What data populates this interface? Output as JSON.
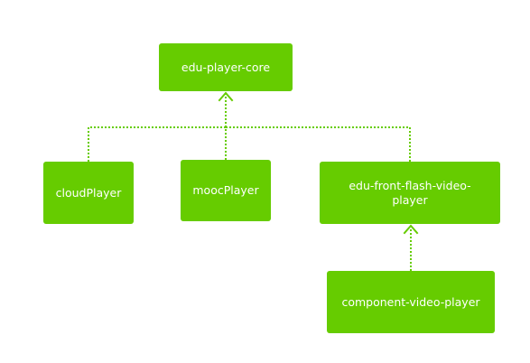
{
  "diagram": {
    "nodes": {
      "core": "edu-player-core",
      "cloud": "cloudPlayer",
      "mooc": "moocPlayer",
      "flash": "edu-front-flash-video-player",
      "component": "component-video-player"
    },
    "edges": [
      {
        "from": "cloud",
        "to": "core",
        "style": "dotted-arrow"
      },
      {
        "from": "mooc",
        "to": "core",
        "style": "dotted-arrow"
      },
      {
        "from": "flash",
        "to": "core",
        "style": "dotted-arrow"
      },
      {
        "from": "component",
        "to": "flash",
        "style": "dotted-arrow"
      }
    ],
    "colors": {
      "node_fill": "#66cc00",
      "node_text": "#ffffff",
      "connector": "#66cc00"
    }
  }
}
